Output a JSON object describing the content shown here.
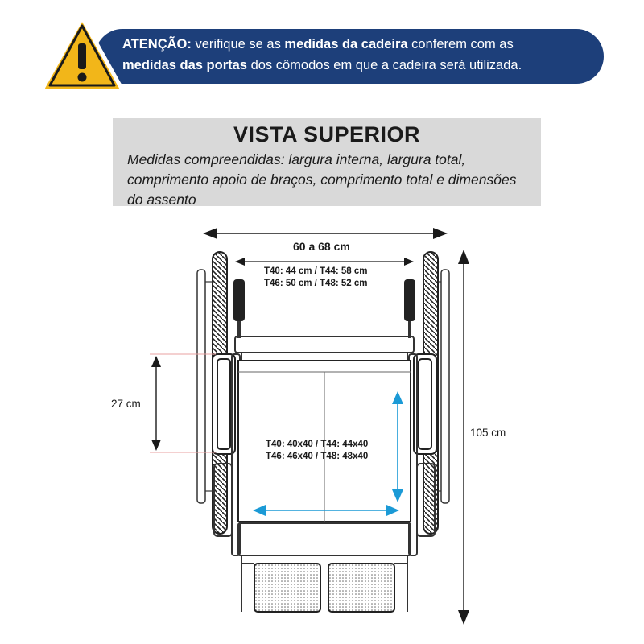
{
  "warning": {
    "icon": "warning-triangle-icon",
    "line1_strong1": "ATENÇÃO:",
    "line1_text1": " verifique se as ",
    "line1_strong2": "medidas da cadeira",
    "line1_text2": " conferem com as",
    "line2_strong": "medidas das portas",
    "line2_text": " dos cômodos em que a cadeira será utilizada.",
    "colors": {
      "banner": "#1d3f7a",
      "icon": "#f2b619"
    }
  },
  "header": {
    "title": "VISTA SUPERIOR",
    "subtitle": "Medidas compreendidas: largura interna, largura total, comprimento apoio de braços, comprimento total e dimensões do assento"
  },
  "dimensions": {
    "total_width": "60 a 68 cm",
    "internal_width_1": "T40: 44 cm / T44: 58 cm",
    "internal_width_2": "T46: 50 cm / T48: 52 cm",
    "armrest_length": "27 cm",
    "total_length": "105 cm",
    "seat_1": "T40: 40x40 / T44: 44x40",
    "seat_2": "T46: 46x40 / T48: 48x40",
    "seat_arrow_color": "#1b9ad6"
  }
}
